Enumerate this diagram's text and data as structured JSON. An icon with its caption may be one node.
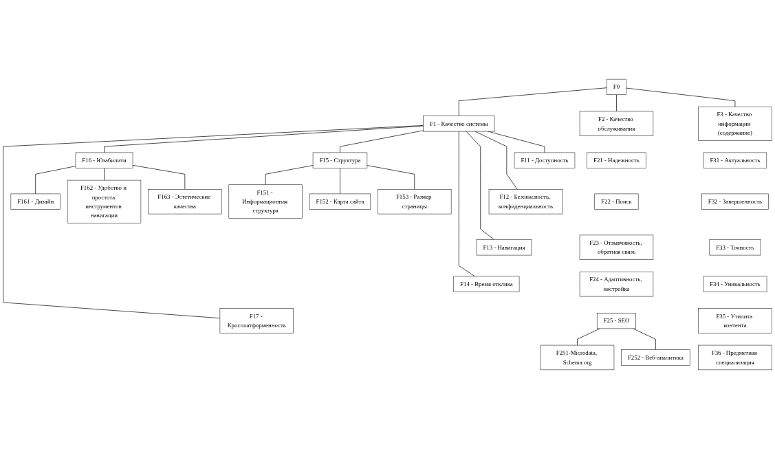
{
  "diagram": {
    "nodes": [
      {
        "text": [
          "F0"
        ]
      },
      {
        "text": [
          "F1 - Качество системы"
        ]
      },
      {
        "text": [
          "F11 - Доступность"
        ]
      },
      {
        "text": [
          "F12 - Безопасность, конфиденциальность"
        ]
      },
      {
        "text": [
          "F13 - Навигация"
        ]
      },
      {
        "text": [
          "F14 - Время отклика"
        ]
      },
      {
        "text": [
          "F17 - Кросплатформенность"
        ]
      },
      {
        "text": [
          "F16 - Юзабилити"
        ]
      },
      {
        "text": [
          "F161 - Дизайн"
        ]
      },
      {
        "text": [
          "F162 - Удобство и простота инструментов навигации"
        ]
      },
      {
        "text": [
          "F163 - Эстетические качества"
        ]
      },
      {
        "text": [
          "F15 - Структура"
        ]
      },
      {
        "text": [
          "F151 - Информационная структура"
        ]
      },
      {
        "text": [
          "F152 - Карта сайта"
        ]
      },
      {
        "text": [
          "F153 - Размер страницы"
        ]
      },
      {
        "text": [
          "F2 - Качество обслуживания"
        ]
      },
      {
        "text": [
          "F21 - Надежность"
        ]
      },
      {
        "text": [
          "F22 - Поиск"
        ]
      },
      {
        "text": [
          "F23 - Отзывчивость, обратная связь"
        ]
      },
      {
        "text": [
          "F24 - Адаптивность, настройка"
        ]
      },
      {
        "text": [
          "F25 - SEO"
        ]
      },
      {
        "text": [
          "F251-Microdata, Schema.org"
        ]
      },
      {
        "text": [
          "F252 - Веб-аналитика"
        ]
      },
      {
        "text": [
          "F3 - Качество информации (содержание)"
        ]
      },
      {
        "text": [
          "F31 - Актуальность"
        ]
      },
      {
        "text": [
          "F32 - Завершенность"
        ]
      },
      {
        "text": [
          "F33 - Точность"
        ]
      },
      {
        "text": [
          "F34 - Уникальность"
        ]
      },
      {
        "text": [
          "F35 - Утилита контента"
        ]
      },
      {
        "text": [
          "F36 - Предметная специализация"
        ]
      }
    ],
    "edges": [
      {
        "from": 0,
        "to": 1,
        "arrow": "none"
      },
      {
        "from": 0,
        "to": 15,
        "arrow": "none"
      },
      {
        "from": 0,
        "to": 23,
        "arrow": "none"
      },
      {
        "from": 1,
        "to": 2,
        "arrow": "none"
      },
      {
        "from": 1,
        "to": 3,
        "arrow": "none"
      },
      {
        "from": 1,
        "to": 4,
        "arrow": "none"
      },
      {
        "from": 1,
        "to": 5,
        "arrow": "none"
      },
      {
        "from": 1,
        "to": 6,
        "arrow": "none"
      },
      {
        "from": 1,
        "to": 7,
        "arrow": "none"
      },
      {
        "from": 1,
        "to": 11,
        "arrow": "none"
      },
      {
        "from": 7,
        "to": 8,
        "arrow": "none"
      },
      {
        "from": 7,
        "to": 9,
        "arrow": "none"
      },
      {
        "from": 7,
        "to": 10,
        "arrow": "none"
      },
      {
        "from": 11,
        "to": 12,
        "arrow": "none"
      },
      {
        "from": 11,
        "to": 13,
        "arrow": "none"
      },
      {
        "from": 11,
        "to": 14,
        "arrow": "none"
      },
      {
        "from": 20,
        "to": 21,
        "arrow": "none"
      },
      {
        "from": 20,
        "to": 22,
        "arrow": "none"
      }
    ]
  }
}
